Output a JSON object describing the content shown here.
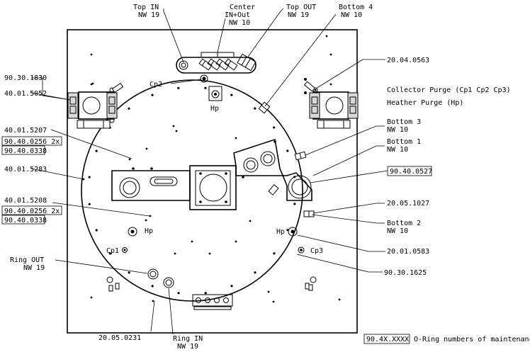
{
  "legend": {
    "purge_title": "Collector Purge (Cp1 Cp2 Cp3)",
    "heater_purge": "Heather Purge (Hp)",
    "maintenance_code": "90.4X.XXXX",
    "maintenance_text": "O-Ring numbers of maintenance"
  },
  "labels": {
    "top_in": [
      "Top IN",
      "NW 19"
    ],
    "center": [
      "Center",
      "IN+Out",
      "NW 10"
    ],
    "top_out": [
      "Top OUT",
      "NW 19"
    ],
    "bottom4": [
      "Bottom 4",
      "NW 10"
    ],
    "bottom3": [
      "Bottom 3",
      "NW 10"
    ],
    "bottom1": [
      "Bottom 1",
      "NW 10"
    ],
    "bottom2": [
      "Bottom 2",
      "NW 10"
    ],
    "ring_out": [
      "Ring OUT",
      "NW 19"
    ],
    "ring_in": [
      "Ring IN",
      "NW 19"
    ]
  },
  "parts": {
    "p_90_30_1830": "90.30.1830",
    "p_40_01_5052": "40.01.5052",
    "p_40_01_5207": "40.01.5207",
    "p_90_40_0256_a": "90.40.0256 2x",
    "p_90_40_0338_a": "90.40.0338",
    "p_40_01_5283": "40.01.5283",
    "p_40_01_5208": "40.01.5208",
    "p_90_40_0256_b": "90.40.0256 2x",
    "p_90_40_0338_b": "90.40.0338",
    "p_20_04_0563": "20.04.0563",
    "p_90_40_0527": "90.40.0527",
    "p_20_05_1027": "20.05.1027",
    "p_20_01_0583": "20.01.0583",
    "p_90_30_1625": "90.30.1625",
    "p_20_05_0231": "20.05.0231"
  },
  "marks": {
    "cp1": "Cp1",
    "cp2": "Cp2",
    "cp3": "Cp3",
    "hp": "Hp"
  }
}
